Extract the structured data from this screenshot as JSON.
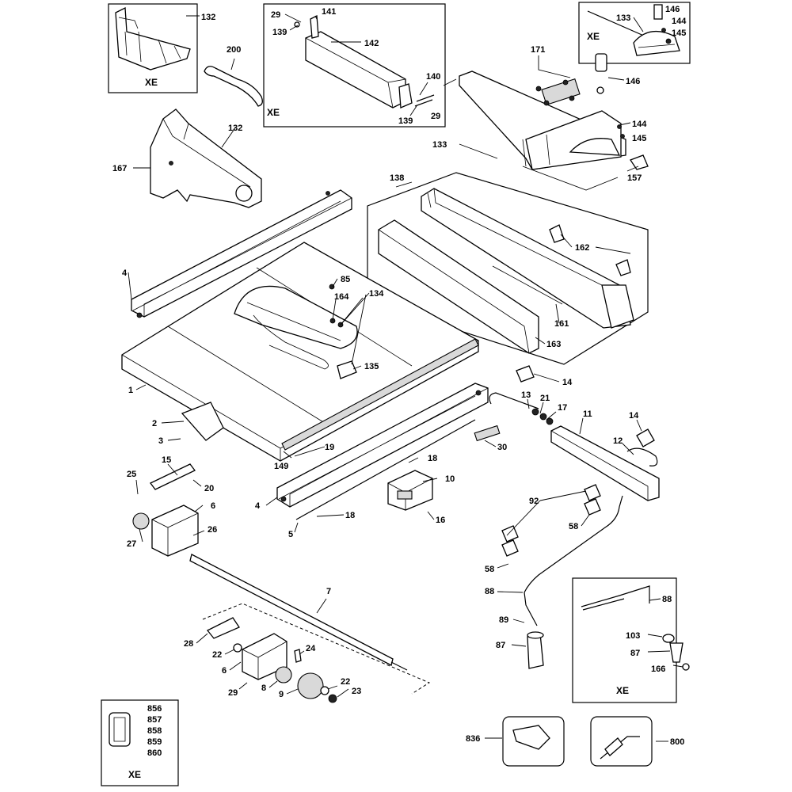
{
  "labels": {
    "p132a": "132",
    "p200": "200",
    "xe1": "XE",
    "p29a": "29",
    "p141": "141",
    "p139a": "139",
    "p142": "142",
    "p140": "140",
    "p139b": "139",
    "p29b": "29",
    "xe2": "XE",
    "p133a": "133",
    "p146a": "146",
    "p144a": "144",
    "p145a": "145",
    "xe3": "XE",
    "p171": "171",
    "p146b": "146",
    "p144b": "144",
    "p145b": "145",
    "p133b": "133",
    "p157": "157",
    "p132b": "132",
    "p167": "167",
    "p138": "138",
    "p162": "162",
    "p161": "161",
    "p163": "163",
    "p4a": "4",
    "p85": "85",
    "p164": "164",
    "p134": "134",
    "p135": "135",
    "p1": "1",
    "p14a": "14",
    "p13": "13",
    "p21": "21",
    "p17": "17",
    "p11": "11",
    "p14b": "14",
    "p12": "12",
    "p2": "2",
    "p3": "3",
    "p19": "19",
    "p149": "149",
    "p30": "30",
    "p18a": "18",
    "p15": "15",
    "p25": "25",
    "p20": "20",
    "p10": "10",
    "p4b": "4",
    "p6a": "6",
    "p26": "26",
    "p27": "27",
    "p5": "5",
    "p18b": "18",
    "p16": "16",
    "p92": "92",
    "p58a": "58",
    "p58b": "58",
    "p88a": "88",
    "p89": "89",
    "p87a": "87",
    "p88b": "88",
    "p103": "103",
    "p87b": "87",
    "p166": "166",
    "xe4": "XE",
    "p7": "7",
    "p28": "28",
    "p22a": "22",
    "p24": "24",
    "p6b": "6",
    "p8": "8",
    "p29c": "29",
    "p9": "9",
    "p22b": "22",
    "p23": "23",
    "p856": "856",
    "p857": "857",
    "p858": "858",
    "p859": "859",
    "p860": "860",
    "xe5": "XE",
    "p836": "836",
    "p800": "800"
  },
  "colors": {
    "line": "#000000",
    "fill": "#ffffff",
    "shade": "#d9d9d9"
  }
}
